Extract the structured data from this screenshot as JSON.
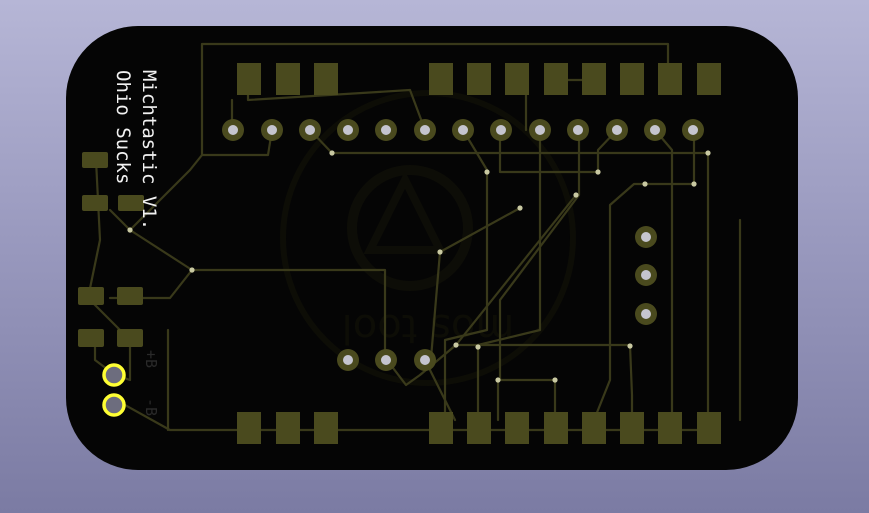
{
  "board": {
    "title_line1": "Michtastic V1.",
    "title_line2": "Ohio Sucks",
    "logo_text": "mos tool",
    "pin_label_plus": "+B",
    "pin_label_minus": "-B"
  },
  "colors": {
    "background_top": "#b6b6d6",
    "background_bottom": "#7b7ba3",
    "board": "#050505",
    "copper": "#39391a",
    "pad_smd": "#4a4a1e",
    "via": "#c9c9a2",
    "highlight_pad": "#ffff33",
    "silkscreen": "#f2f2f2"
  }
}
